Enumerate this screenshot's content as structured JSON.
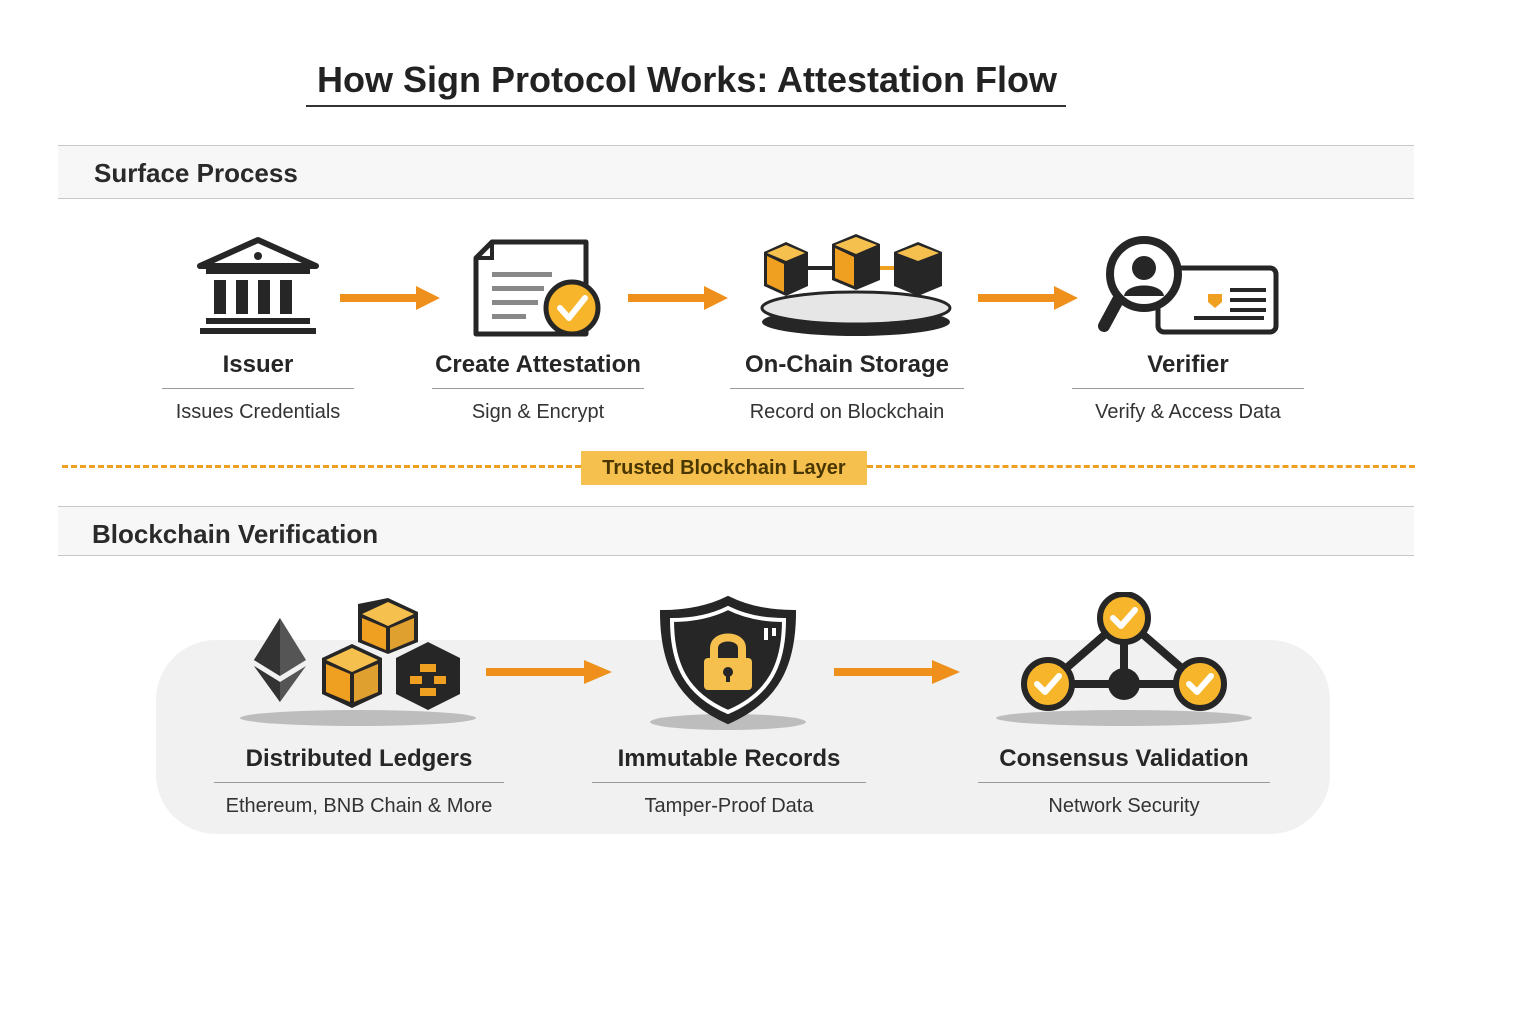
{
  "title": "How Sign Protocol Works: Attestation Flow",
  "sections": {
    "surface": "Surface Process",
    "blockchain": "Blockchain Verification"
  },
  "layer_label": "Trusted Blockchain Layer",
  "surface_steps": [
    {
      "name": "Issuer",
      "desc": "Issues Credentials",
      "icon": "bank-building-icon"
    },
    {
      "name": "Create Attestation",
      "desc": "Sign & Encrypt",
      "icon": "signed-document-icon"
    },
    {
      "name": "On-Chain Storage",
      "desc": "Record on Blockchain",
      "icon": "chained-blocks-icon"
    },
    {
      "name": "Verifier",
      "desc": "Verify & Access Data",
      "icon": "magnifier-id-card-icon"
    }
  ],
  "blockchain_steps": [
    {
      "name": "Distributed Ledgers",
      "desc": "Ethereum, BNB Chain & More",
      "icon": "ledger-cubes-icon"
    },
    {
      "name": "Immutable Records",
      "desc": "Tamper-Proof Data",
      "icon": "shield-lock-icon"
    },
    {
      "name": "Consensus Validation",
      "desc": "Network Security",
      "icon": "consensus-network-icon"
    }
  ],
  "colors": {
    "accent": "#f0a020",
    "arrow": "#ef8f1c",
    "dark": "#262626",
    "layer_bg": "#f6c04e"
  }
}
